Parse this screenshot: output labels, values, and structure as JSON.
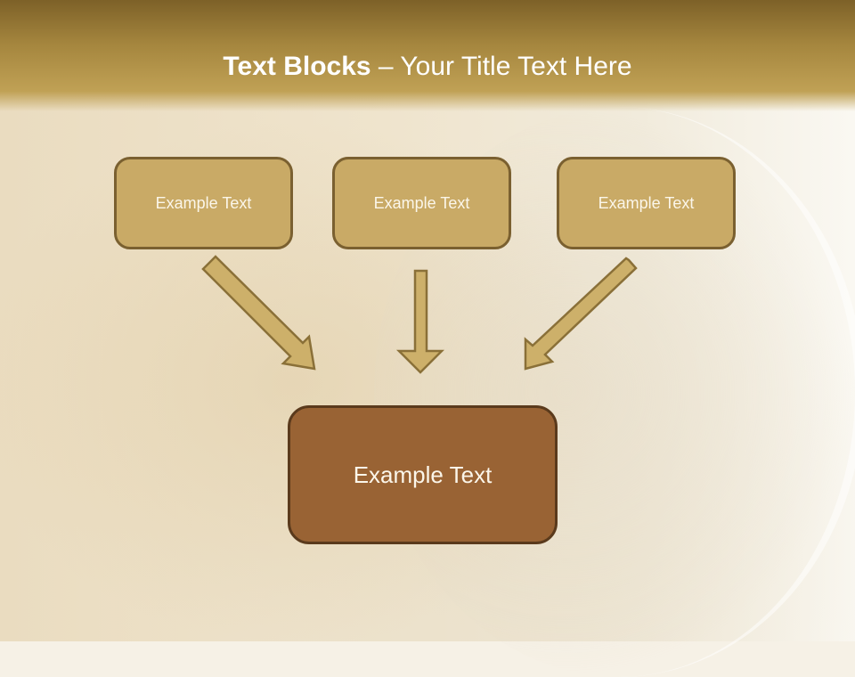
{
  "slide": {
    "title_bold": "Text Blocks",
    "title_separator": " – ",
    "title_rest": "Your Title Text Here"
  },
  "blocks": {
    "top": [
      {
        "label": "Example Text"
      },
      {
        "label": "Example Text"
      },
      {
        "label": "Example Text"
      }
    ],
    "bottom": {
      "label": "Example Text"
    }
  },
  "colors": {
    "header_dark": "#7d6128",
    "header_light": "#c0a155",
    "top_box_fill": "#c9aa66",
    "top_box_border": "#7a6030",
    "bottom_box_fill": "#996334",
    "bottom_box_border": "#5a3a1c",
    "arrow_fill": "#cdb06a",
    "arrow_stroke": "#8a7038",
    "text": "#ffffff"
  }
}
